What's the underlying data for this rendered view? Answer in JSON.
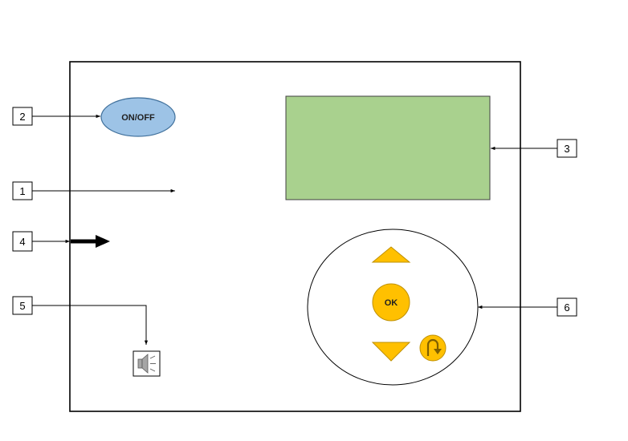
{
  "power_button": {
    "label": "ON/OFF",
    "fill": "#9dc3e6",
    "stroke": "#41719c"
  },
  "display": {
    "fill": "#a9d18e"
  },
  "keypad": {
    "ok_label": "OK",
    "button_fill": "#ffc000",
    "button_stroke": "#bf9000"
  },
  "callouts": [
    {
      "label": "1"
    },
    {
      "label": "2"
    },
    {
      "label": "3"
    },
    {
      "label": "4"
    },
    {
      "label": "5"
    },
    {
      "label": "6"
    }
  ]
}
